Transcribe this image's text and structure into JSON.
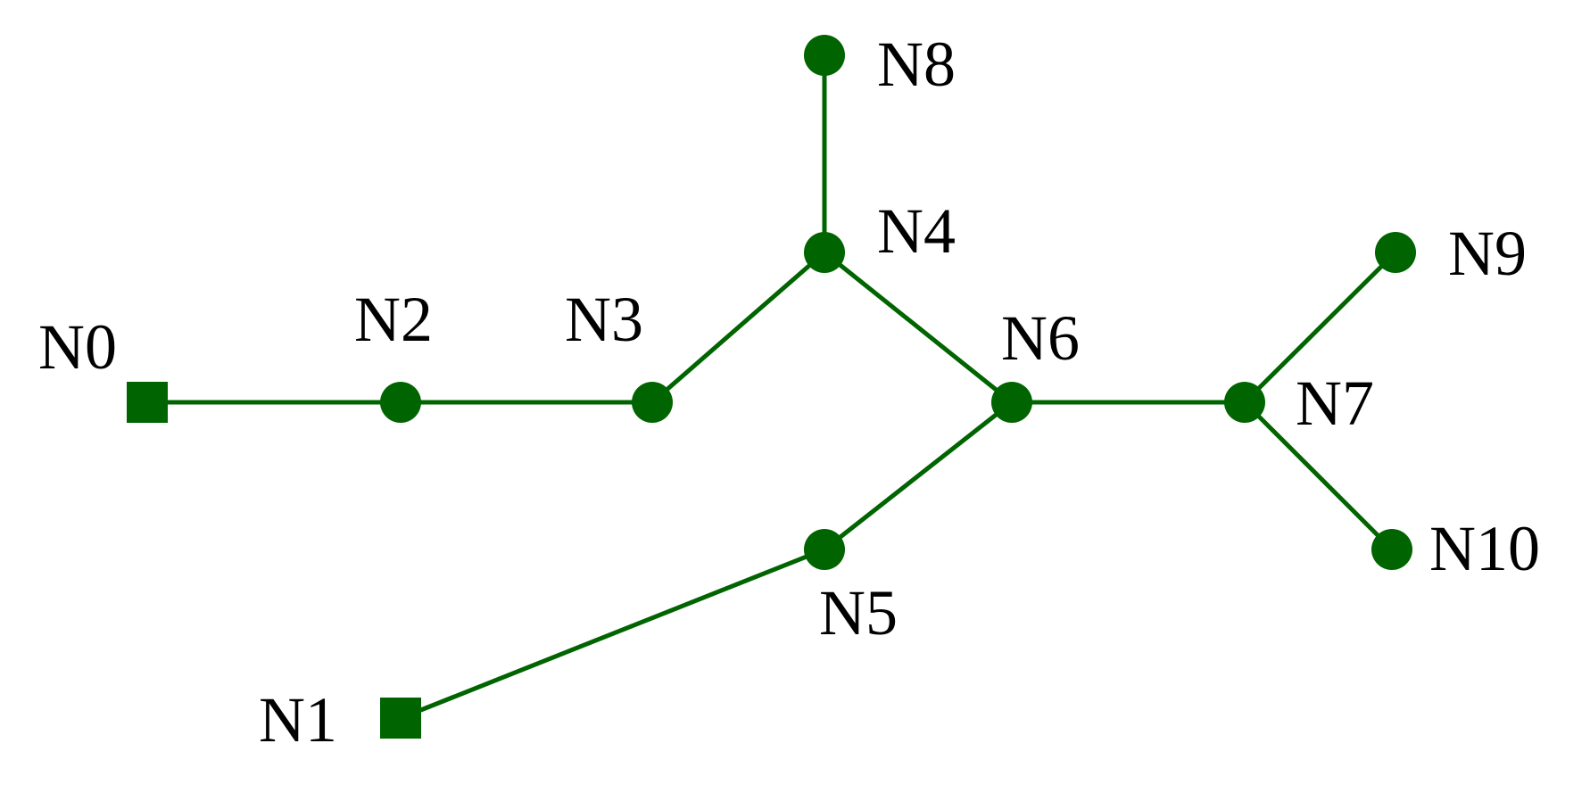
{
  "colors": {
    "edge": "#006400",
    "node": "#006400",
    "label": "#000000"
  },
  "nodes": [
    {
      "id": "N0",
      "label": "N0",
      "shape": "square"
    },
    {
      "id": "N1",
      "label": "N1",
      "shape": "square"
    },
    {
      "id": "N2",
      "label": "N2",
      "shape": "circle"
    },
    {
      "id": "N3",
      "label": "N3",
      "shape": "circle"
    },
    {
      "id": "N4",
      "label": "N4",
      "shape": "circle"
    },
    {
      "id": "N5",
      "label": "N5",
      "shape": "circle"
    },
    {
      "id": "N6",
      "label": "N6",
      "shape": "circle"
    },
    {
      "id": "N7",
      "label": "N7",
      "shape": "circle"
    },
    {
      "id": "N8",
      "label": "N8",
      "shape": "circle"
    },
    {
      "id": "N9",
      "label": "N9",
      "shape": "circle"
    },
    {
      "id": "N10",
      "label": "N10",
      "shape": "circle"
    }
  ],
  "edges": [
    {
      "from": "N0",
      "to": "N2"
    },
    {
      "from": "N2",
      "to": "N3"
    },
    {
      "from": "N3",
      "to": "N4"
    },
    {
      "from": "N4",
      "to": "N8"
    },
    {
      "from": "N4",
      "to": "N6"
    },
    {
      "from": "N1",
      "to": "N5"
    },
    {
      "from": "N5",
      "to": "N6"
    },
    {
      "from": "N6",
      "to": "N7"
    },
    {
      "from": "N7",
      "to": "N9"
    },
    {
      "from": "N7",
      "to": "N10"
    }
  ]
}
